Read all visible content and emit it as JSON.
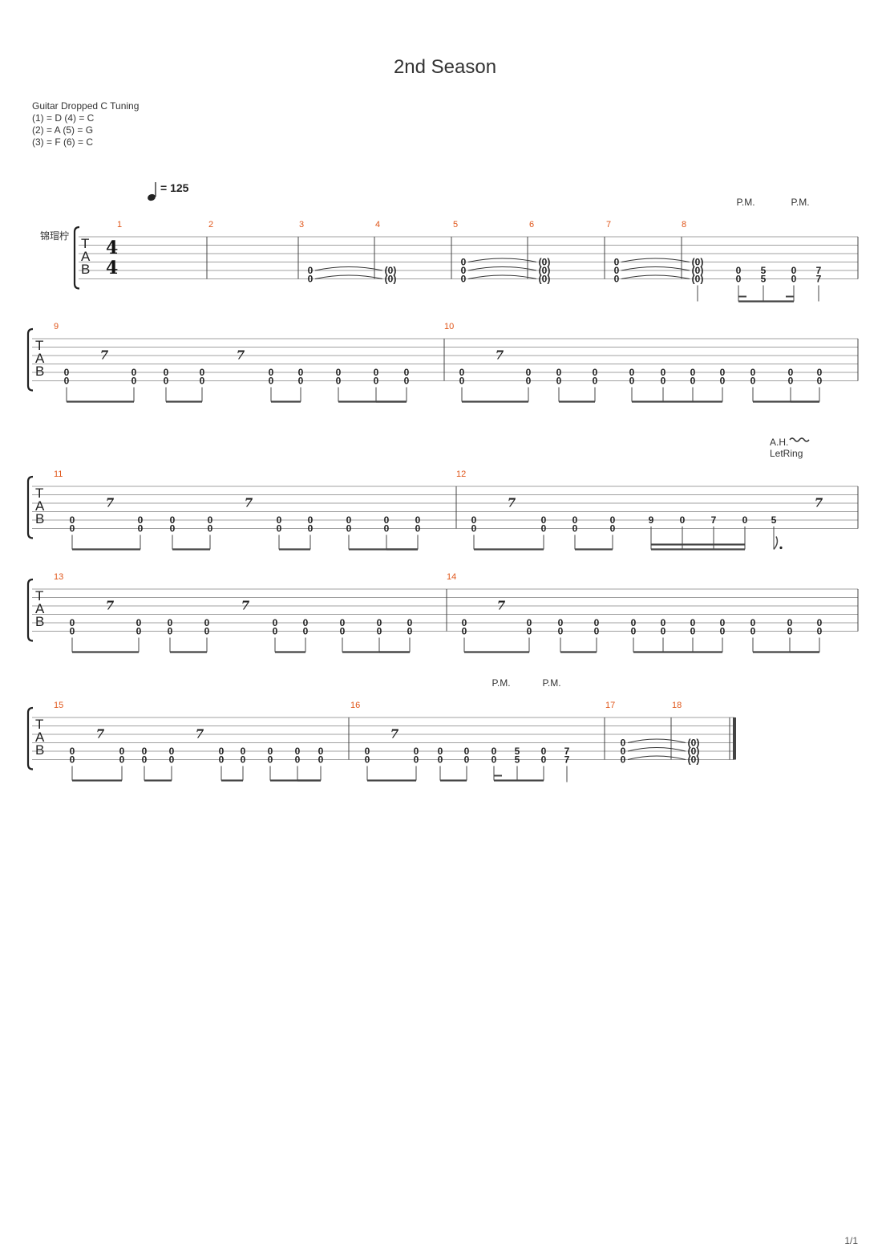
{
  "title": "2nd Season",
  "tuning": {
    "heading": "Guitar Dropped C Tuning",
    "lines": [
      "(1) = D (4) = C",
      "(2) = A (5) = G",
      "(3) = F (6) = C"
    ]
  },
  "track_label": "锦瑁柠",
  "tempo": {
    "symbol": "quarter-note",
    "label": "= 125"
  },
  "time_signature": {
    "top": "4",
    "bottom": "4"
  },
  "tab_letters": [
    "T",
    "A",
    "B"
  ],
  "annotations": {
    "palm_mute": "P.M.",
    "artificial_harmonic": "A.H.",
    "let_ring": "LetRing"
  },
  "page_number": "1/1",
  "colors": {
    "measure_number": "#e0561a",
    "staff_line": "#999999",
    "ink": "#222222"
  },
  "measures": [
    "1",
    "2",
    "3",
    "4",
    "5",
    "6",
    "7",
    "8",
    "9",
    "10",
    "11",
    "12",
    "13",
    "14",
    "15",
    "16",
    "17",
    "18"
  ]
}
